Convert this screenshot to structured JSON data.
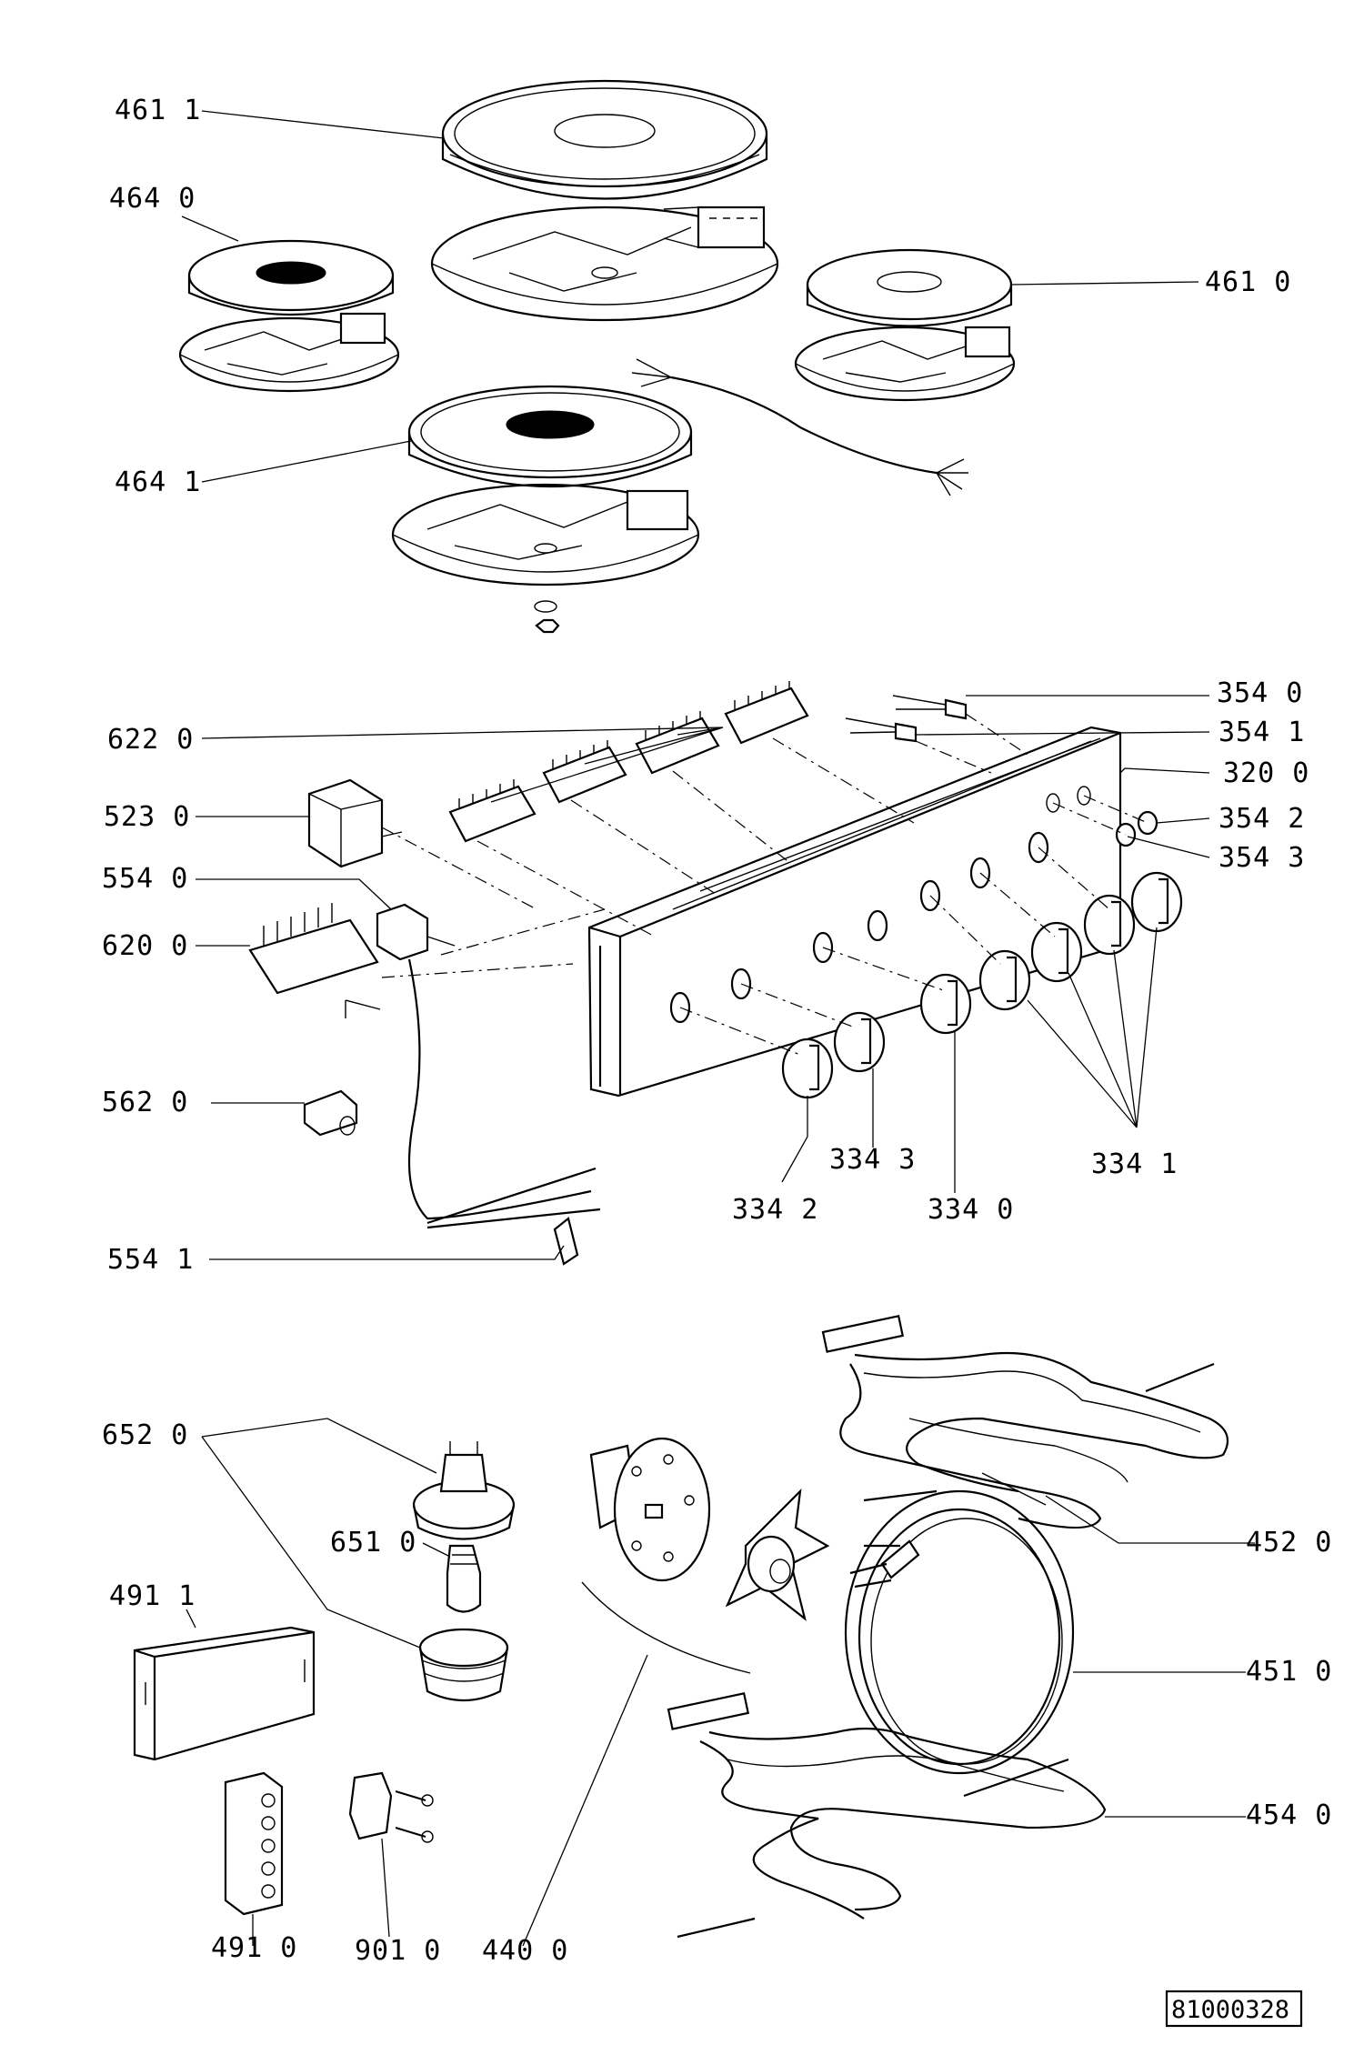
{
  "callouts": {
    "c4611": "461 1",
    "c4640": "464 0",
    "c4610": "461 0",
    "c4641": "464 1",
    "c3540": "354 0",
    "c3541": "354 1",
    "c6220": "622 0",
    "c3200": "320 0",
    "c5230": "523 0",
    "c3542": "354 2",
    "c3543": "354 3",
    "c5540": "554 0",
    "c6200": "620 0",
    "c5620": "562 0",
    "c3343": "334 3",
    "c3341": "334 1",
    "c3342": "334 2",
    "c3340": "334 0",
    "c5541": "554 1",
    "c6520": "652 0",
    "c4520": "452 0",
    "c6510": "651 0",
    "c4911": "491 1",
    "c4510": "451 0",
    "c4540": "454 0",
    "c4910": "491 0",
    "c9010": "901 0",
    "c4400": "440 0"
  },
  "drawing_number": "81000328"
}
